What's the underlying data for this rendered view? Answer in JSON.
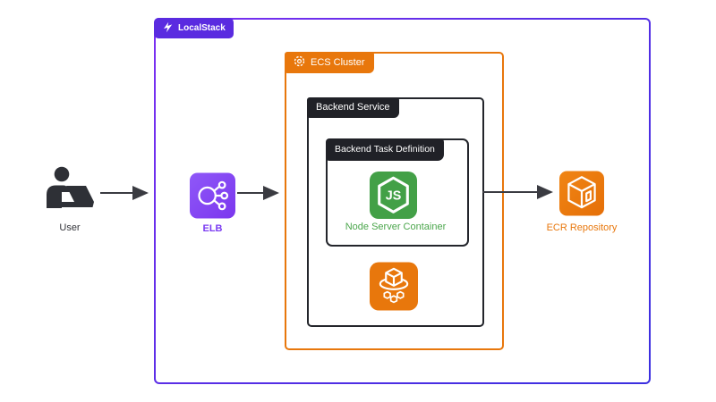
{
  "diagram": {
    "background": "#FFFFFF",
    "arrow_color": "#3A3B41",
    "containers": {
      "localstack": {
        "label": "LocalStack",
        "tab_color": "#5A2BE0",
        "border_gradient": [
          "#7C2FF2",
          "#3B2FE0"
        ],
        "icon": "localstack-logo-icon"
      },
      "ecs_cluster": {
        "label": "ECS Cluster",
        "color": "#E8770C",
        "icon": "ecs-cluster-ring-icon"
      },
      "backend_service": {
        "label": "Backend Service",
        "color": "#202127"
      },
      "backend_task_definition": {
        "label": "Backend Task Definition",
        "color": "#202127"
      }
    },
    "nodes": {
      "user": {
        "label": "User",
        "icon": "user-at-laptop-icon",
        "icon_color": "#2E3036",
        "label_color": "#33343A"
      },
      "elb": {
        "label": "ELB",
        "icon": "elastic-load-balancer-icon",
        "icon_color": "#8A52F7",
        "label_color": "#7B3BF2"
      },
      "node_server": {
        "label": "Node Server Container",
        "icon": "nodejs-hexagon-icon",
        "icon_text": "JS",
        "icon_color": "#43A047",
        "label_color": "#4BA64C"
      },
      "ecs_service": {
        "icon": "ecs-service-cubes-icon",
        "icon_color": "#E8770C"
      },
      "ecr": {
        "label": "ECR Repository",
        "icon": "ecr-repository-cube-icon",
        "icon_color": "#E8770C",
        "label_color": "#E8770C"
      }
    },
    "edges": [
      {
        "from": "User",
        "to": "LocalStack boundary"
      },
      {
        "from": "ELB",
        "to": "ECS Cluster boundary"
      },
      {
        "from": "Backend Service",
        "to": "ECR Repository"
      }
    ]
  }
}
